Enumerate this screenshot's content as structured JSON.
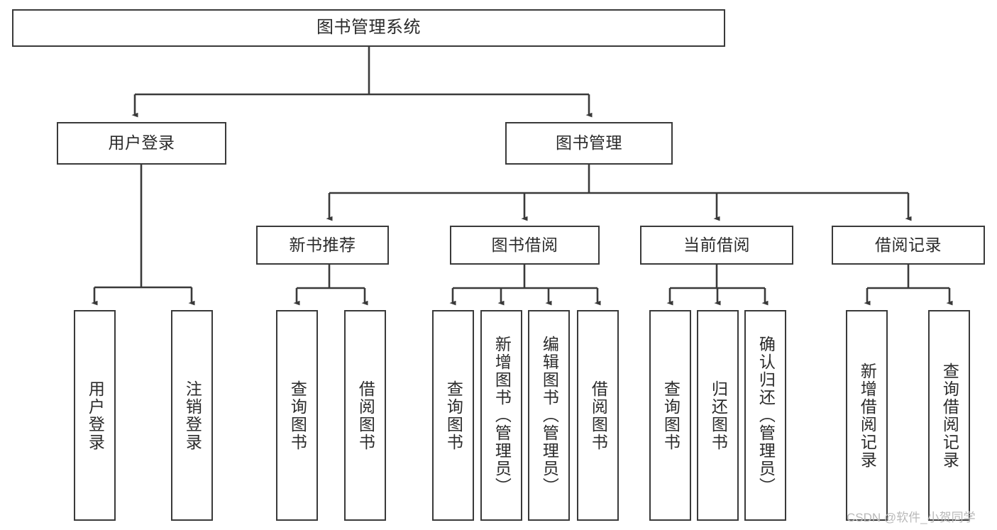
{
  "diagram": {
    "title": "图书管理系统",
    "type": "tree-hierarchy",
    "stroke_color": "#3a3a3a",
    "text_color": "#2b2b2b",
    "background_color": "#ffffff",
    "nodes": {
      "root": {
        "label": "图书管理系统"
      },
      "level1": [
        {
          "id": "user-login",
          "label": "用户登录"
        },
        {
          "id": "book-management",
          "label": "图书管理"
        }
      ],
      "level2": [
        {
          "id": "new-book-recommend",
          "label": "新书推荐"
        },
        {
          "id": "book-borrow",
          "label": "图书借阅"
        },
        {
          "id": "current-borrow",
          "label": "当前借阅"
        },
        {
          "id": "borrow-record",
          "label": "借阅记录"
        }
      ],
      "leaves": {
        "user_login": [
          {
            "id": "leaf-user-login",
            "label": "用户登录"
          },
          {
            "id": "leaf-logout-login",
            "label": "注销登录"
          }
        ],
        "new_book_recommend": [
          {
            "id": "leaf-query-book-1",
            "label": "查询图书"
          },
          {
            "id": "leaf-borrow-book-1",
            "label": "借阅图书"
          }
        ],
        "book_borrow": [
          {
            "id": "leaf-query-book-2",
            "label": "查询图书"
          },
          {
            "id": "leaf-add-book-admin",
            "label": "新增图书（管理员）"
          },
          {
            "id": "leaf-edit-book-admin",
            "label": "编辑图书（管理员）"
          },
          {
            "id": "leaf-borrow-book-2",
            "label": "借阅图书"
          }
        ],
        "current_borrow": [
          {
            "id": "leaf-query-book-3",
            "label": "查询图书"
          },
          {
            "id": "leaf-return-book",
            "label": "归还图书"
          },
          {
            "id": "leaf-confirm-return-admin",
            "label": "确认归还（管理员）"
          }
        ],
        "borrow_record": [
          {
            "id": "leaf-add-borrow-record",
            "label": "新增借阅记录"
          },
          {
            "id": "leaf-query-borrow-record",
            "label": "查询借阅记录"
          }
        ]
      }
    },
    "watermark": "CSDN @软件_小贺同学"
  }
}
